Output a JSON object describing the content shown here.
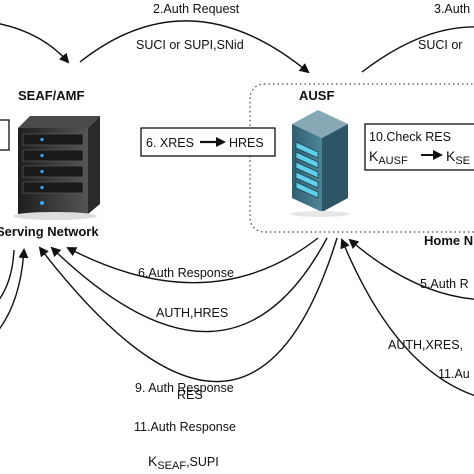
{
  "nodes": {
    "seaf": {
      "label": "SEAF/AMF",
      "network": "Serving Network"
    },
    "ausf": {
      "label": "AUSF",
      "network": "Home N"
    }
  },
  "boxes": {
    "xres_hres": {
      "left": "6. XRES",
      "right": "HRES"
    },
    "check_res": {
      "line1": "10.Check RES",
      "k_ausf_main": "K",
      "k_ausf_sub": "AUSF",
      "k_seaf_main": "K",
      "k_seaf_sub": "SE"
    }
  },
  "messages": {
    "m2": {
      "title": "2.Auth Request",
      "params": "SUCI or SUPI,SNid"
    },
    "m3": {
      "title": "3.Auth",
      "params": "SUCI or"
    },
    "m6": {
      "title": "6.Auth Response",
      "params": "AUTH,HRES"
    },
    "m9": {
      "title": "9. Auth Response",
      "params": "RES"
    },
    "m11": {
      "title": "11.Auth Response",
      "params_main": "K",
      "params_sub": "SEAF",
      "params_rest": ",SUPI"
    },
    "m5": {
      "title": "5.Auth R",
      "params": "AUTH,XRES,"
    },
    "m11b": {
      "title": "11.Au"
    }
  },
  "colors": {
    "line": "#111111",
    "server_dark": "#2b2b2b",
    "server_teal": "#3d6e7e",
    "server_light": "#5fd0ea"
  }
}
